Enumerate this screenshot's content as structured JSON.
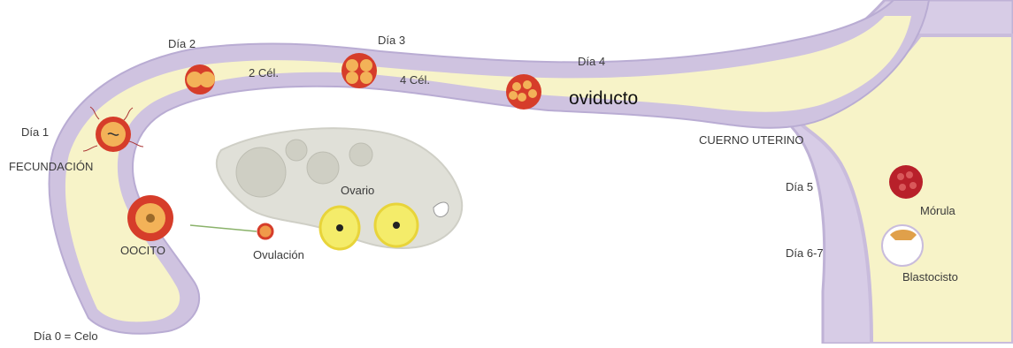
{
  "labels": {
    "dia0": "Día 0 = Celo",
    "dia1": "Día 1",
    "fecundacion": "FECUNDACIÓN",
    "oocito": "OOCITO",
    "ovulacion": "Ovulación",
    "ovario": "Ovario",
    "dia2": "Día 2",
    "cel2": "2 Cél.",
    "dia3": "Día 3",
    "cel4": "4 Cél.",
    "dia4": "Día 4",
    "oviducto": "oviducto",
    "cuerno": "CUERNO UTERINO",
    "dia5": "Día 5",
    "morula": "Mórula",
    "dia67": "Día 6-7",
    "blastocisto": "Blastocisto"
  },
  "colors": {
    "tube_fill": "#f7f3c8",
    "tube_wall": "#c9bcdc",
    "uterus_wall": "#d2c6e3",
    "ovary": "#dfdfd8",
    "follicle": "#f2e84a",
    "cell_red": "#d63d2a",
    "cell_orange": "#f09a4a",
    "morula": "#b8202a"
  }
}
